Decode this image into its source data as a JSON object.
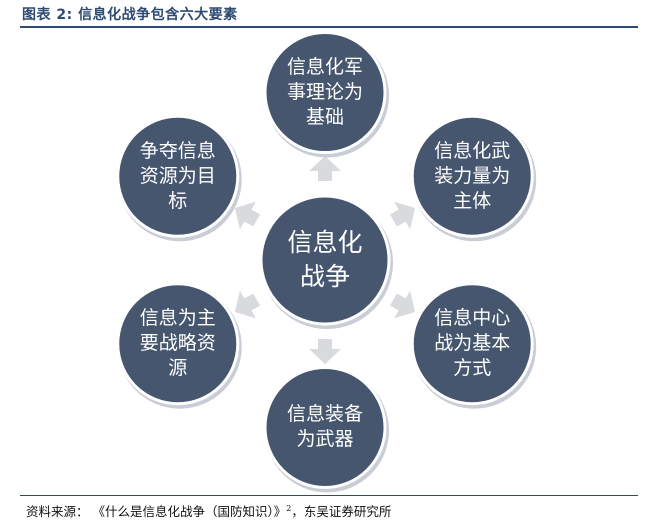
{
  "figure": {
    "title": "图表 2:  信息化战争包含六大要素",
    "source": "资料来源：  《什么是信息化战争（国防知识）》",
    "source_sup": "2",
    "source_tail": "，东吴证券研究所"
  },
  "diagram": {
    "center": {
      "label": "信息化\n战争"
    },
    "nodes": [
      {
        "id": "top",
        "label": "信息化军\n事理论为\n基础"
      },
      {
        "id": "top-right",
        "label": "信息化武\n装力量为\n主体"
      },
      {
        "id": "bottom-right",
        "label": "信息中心\n战为基本\n方式"
      },
      {
        "id": "bottom",
        "label": "信息装备\n为武器"
      },
      {
        "id": "bottom-left",
        "label": "信息为主\n要战略资\n源"
      },
      {
        "id": "top-left",
        "label": "争夺信息\n资源为目\n标"
      }
    ],
    "colors": {
      "node_fill": "#46566e",
      "node_stroke": "#ffffff",
      "node_shadow": "#c9ced6",
      "arrow": "#d8dadd",
      "text": "#ffffff"
    }
  }
}
